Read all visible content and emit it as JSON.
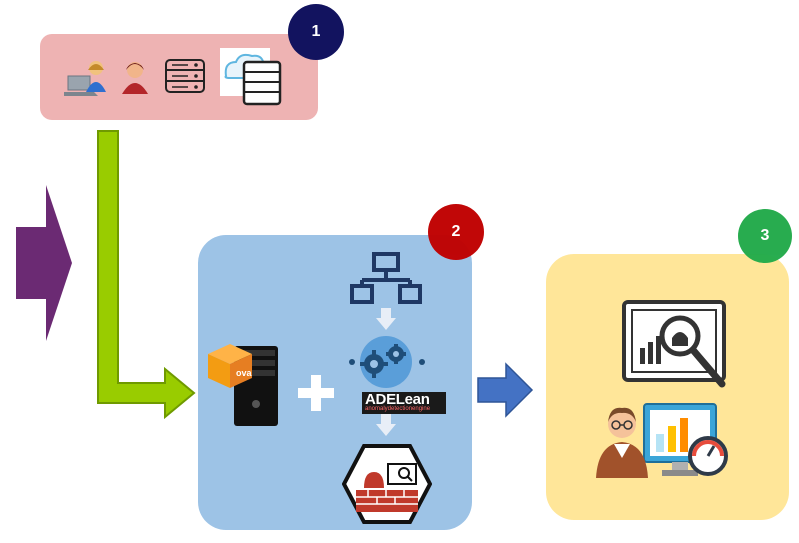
{
  "badges": {
    "one": "1",
    "two": "2",
    "three": "3"
  },
  "ova_label": "ova",
  "logo": {
    "name": "ADELean",
    "tagline": "anomalydetectionengine"
  },
  "colors": {
    "box1": "#eeb3b3",
    "box2": "#9dc3e6",
    "box3": "#ffe699",
    "badge1": "#12135f",
    "badge2": "#c00000",
    "badge3": "#22aa4a",
    "green_arrow": "#99cc00",
    "purple_arrow": "#6b2a73",
    "blue_arrow": "#4472c4"
  },
  "icons": [
    "laptop-user-icon",
    "user-icon",
    "server-rack-icon",
    "cloud-server-icon",
    "ova-server-icon",
    "plus-icon",
    "network-icon",
    "gears-icon",
    "firewall-alert-icon",
    "dashboard-search-icon",
    "analyst-icon"
  ]
}
